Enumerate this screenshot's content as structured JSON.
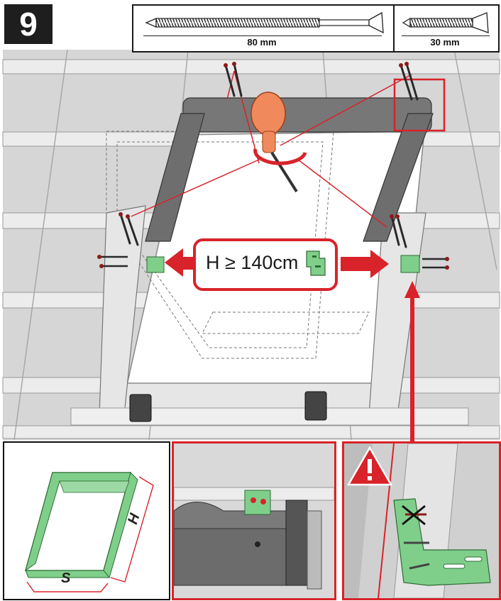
{
  "step": {
    "number": "9"
  },
  "screws": [
    {
      "length": "80 mm"
    },
    {
      "length": "30 mm"
    }
  ],
  "callout": {
    "text": "H ≥ 140cm"
  },
  "inset_dimensions": {
    "height_letter": "H",
    "width_letter": "S"
  },
  "colors": {
    "roof_grey": "#d4d4d4",
    "batten": "#e9e9e9",
    "frame_dark": "#6b6b6b",
    "bracket_green": "#7fcf8a",
    "accent_red": "#d8232a",
    "screwdriver_orange": "#f08a5d"
  },
  "icons": [
    "screw-icon",
    "screwdriver-icon",
    "bracket-icon",
    "warning-icon",
    "rotation-arrow-icon",
    "cross-icon"
  ]
}
